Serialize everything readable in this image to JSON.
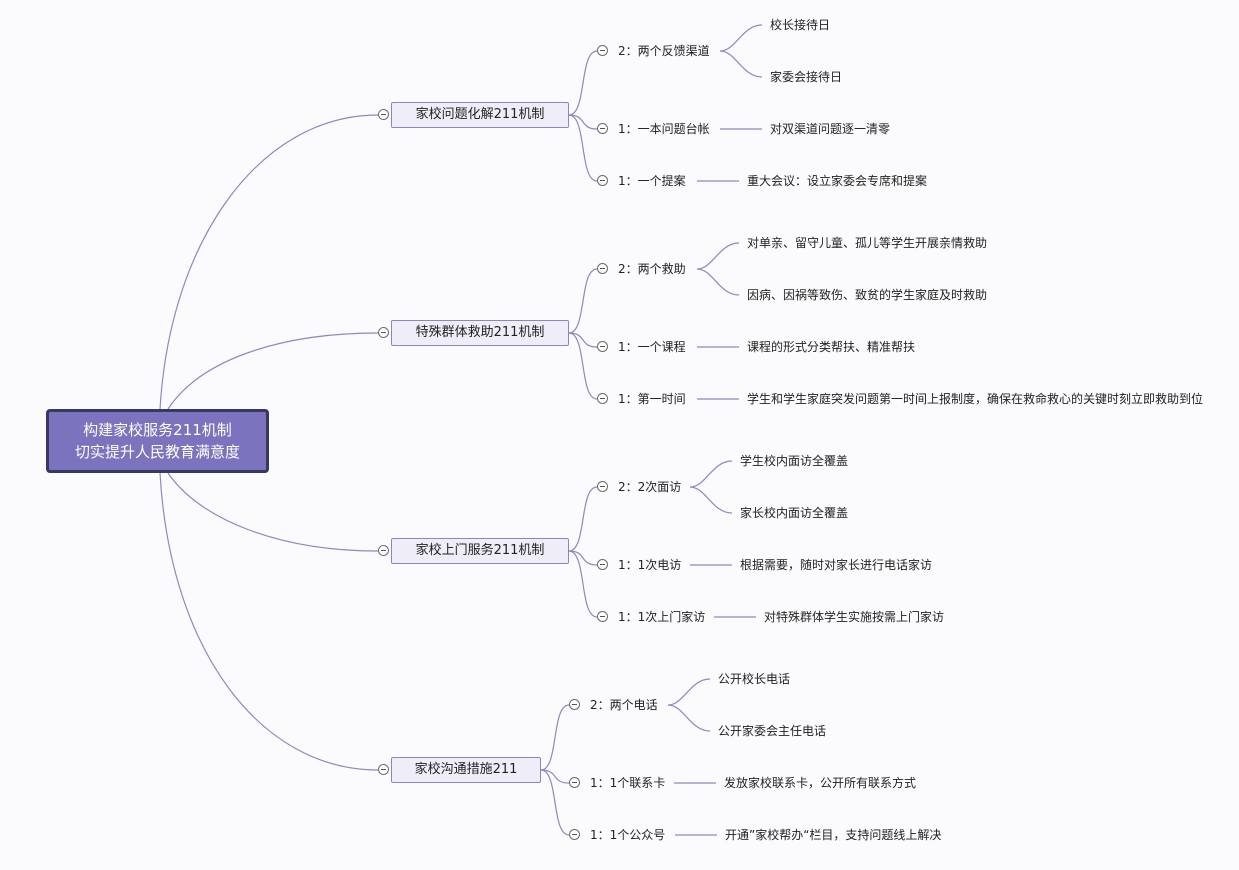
{
  "root": {
    "line1": "构建家校服务211机制",
    "line2": "切实提升人民教育满意度"
  },
  "branches": [
    {
      "label": "家校问题化解211机制",
      "items": [
        {
          "label": "2：两个反馈渠道",
          "leaves": [
            "校长接待日",
            "家委会接待日"
          ]
        },
        {
          "label": "1：一本问题台帐",
          "leaves": [
            "对双渠道问题逐一清零"
          ]
        },
        {
          "label": "1：一个提案",
          "leaves": [
            "重大会议：设立家委会专席和提案"
          ]
        }
      ]
    },
    {
      "label": "特殊群体救助211机制",
      "items": [
        {
          "label": "2：两个救助",
          "leaves": [
            "对单亲、留守儿童、孤儿等学生开展亲情救助",
            "因病、因祸等致伤、致贫的学生家庭及时救助"
          ]
        },
        {
          "label": "1：一个课程",
          "leaves": [
            "课程的形式分类帮扶、精准帮扶"
          ]
        },
        {
          "label": "1：第一时间",
          "leaves": [
            "学生和学生家庭突发问题第一时间上报制度，确保在救命救心的关键时刻立即救助到位"
          ]
        }
      ]
    },
    {
      "label": "家校上门服务211机制",
      "items": [
        {
          "label": "2：2次面访",
          "leaves": [
            "学生校内面访全覆盖",
            "家长校内面访全覆盖"
          ]
        },
        {
          "label": "1：1次电访",
          "leaves": [
            "根据需要，随时对家长进行电话家访"
          ]
        },
        {
          "label": "1：1次上门家访",
          "leaves": [
            "对特殊群体学生实施按需上门家访"
          ]
        }
      ]
    },
    {
      "label": "家校沟通措施211",
      "items": [
        {
          "label": "2：两个电话",
          "leaves": [
            "公开校长电话",
            "公开家委会主任电话"
          ]
        },
        {
          "label": "1：1个联系卡",
          "leaves": [
            "发放家校联系卡，公开所有联系方式"
          ]
        },
        {
          "label": "1：1个公众号",
          "leaves": [
            "开通”家校帮办“栏目，支持问题线上解决"
          ]
        }
      ]
    }
  ],
  "colors": {
    "connector": "#8e88c2",
    "root_fill": "#7b73bd",
    "root_border": "#3b375e",
    "branch_fill": "#efeef8"
  }
}
